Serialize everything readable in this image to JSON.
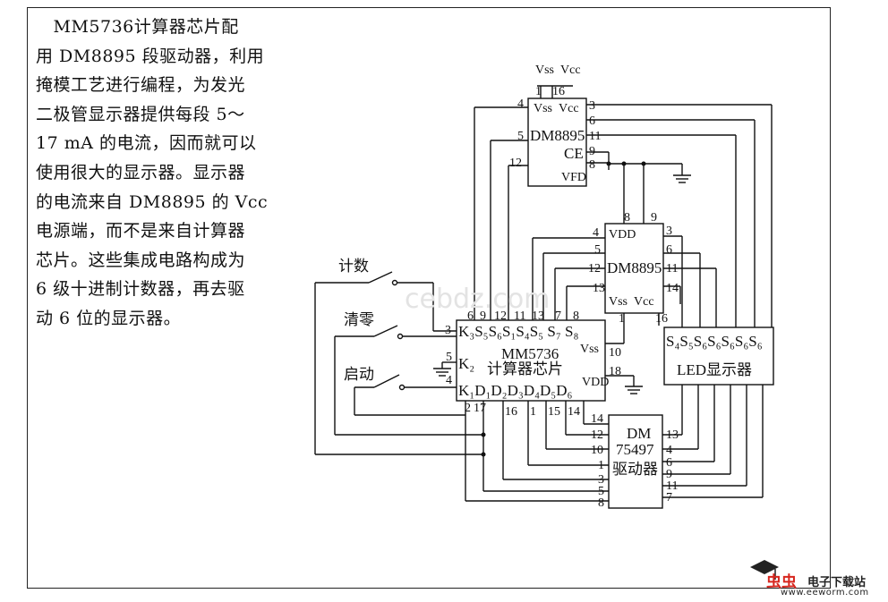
{
  "description_lines": [
    "　MM5736计算器芯片配",
    "用 DM8895 段驱动器，利用",
    "掩模工艺进行编程，为发光",
    "二极管显示器提供每段 5～",
    "17 mA 的电流，因而就可以",
    "使用很大的显示器。显示器",
    "的电流来自 DM8895 的 Vcc",
    "电源端，而不是来自计算器",
    "芯片。这些集成电路构成为",
    "6 级十进制计数器，再去驱",
    "动 6 位的显示器。"
  ],
  "switches": {
    "count": "计数",
    "clear": "清零",
    "start": "启动"
  },
  "chips": {
    "dm8895_top": {
      "name": "DM8895",
      "ce": "CE",
      "vss": "Vss",
      "vcc": "Vcc",
      "vfd": "VFD",
      "pins": {
        "p1": "1",
        "p16": "16",
        "p4": "4",
        "p3": "3",
        "p6": "6",
        "p5": "5",
        "p11": "11",
        "p9": "9",
        "p8": "8",
        "p12": "12"
      }
    },
    "dm8895_mid": {
      "name": "DM8895",
      "vdd": "VDD",
      "vss": "Vss",
      "vcc": "Vcc",
      "pins": {
        "p8": "8",
        "p9": "9",
        "p4": "4",
        "p3": "3",
        "p5": "5",
        "p6": "6",
        "p12": "12",
        "p11": "11",
        "p13": "13",
        "p14": "14",
        "p1": "1",
        "p16": "16"
      }
    },
    "mm5736": {
      "name": "MM5736",
      "subtitle": "计算器芯片",
      "vss": "Vss",
      "vdd": "VDD",
      "top_row": "K₃S₅S₆S₁S₄S₅ S₇ S₈",
      "top_pins": [
        "6",
        "9",
        "12",
        "11",
        "13",
        "7",
        "8"
      ],
      "k2": "K₂",
      "k1": "K₁D₁D₂D₃D₄D₅D₆",
      "left_pins": {
        "p3": "3",
        "p5": "5",
        "p4": "4"
      },
      "right_pins": {
        "p10": "10",
        "p18": "18"
      },
      "bottom_pins": [
        "2",
        "17",
        "16",
        "1",
        "15",
        "14"
      ]
    },
    "led": {
      "top_row": "S₄S₅S₆S₆S₆S₆S₆",
      "name": "LED显示器"
    },
    "dm75497": {
      "name": "DM",
      "name2": "75497",
      "subtitle": "驱动器",
      "left_pins": [
        "14",
        "12",
        "10",
        "1",
        "3",
        "5",
        "8"
      ],
      "right_pins": [
        "13",
        "4",
        "6",
        "9",
        "11",
        "7"
      ]
    }
  },
  "top_supply": {
    "vss": "Vss",
    "vcc": "Vcc"
  },
  "watermark_center": "cebdz.com",
  "watermark_brand": "虫虫",
  "watermark_title": "电子下载站",
  "watermark_url": "www.eeworm.com"
}
